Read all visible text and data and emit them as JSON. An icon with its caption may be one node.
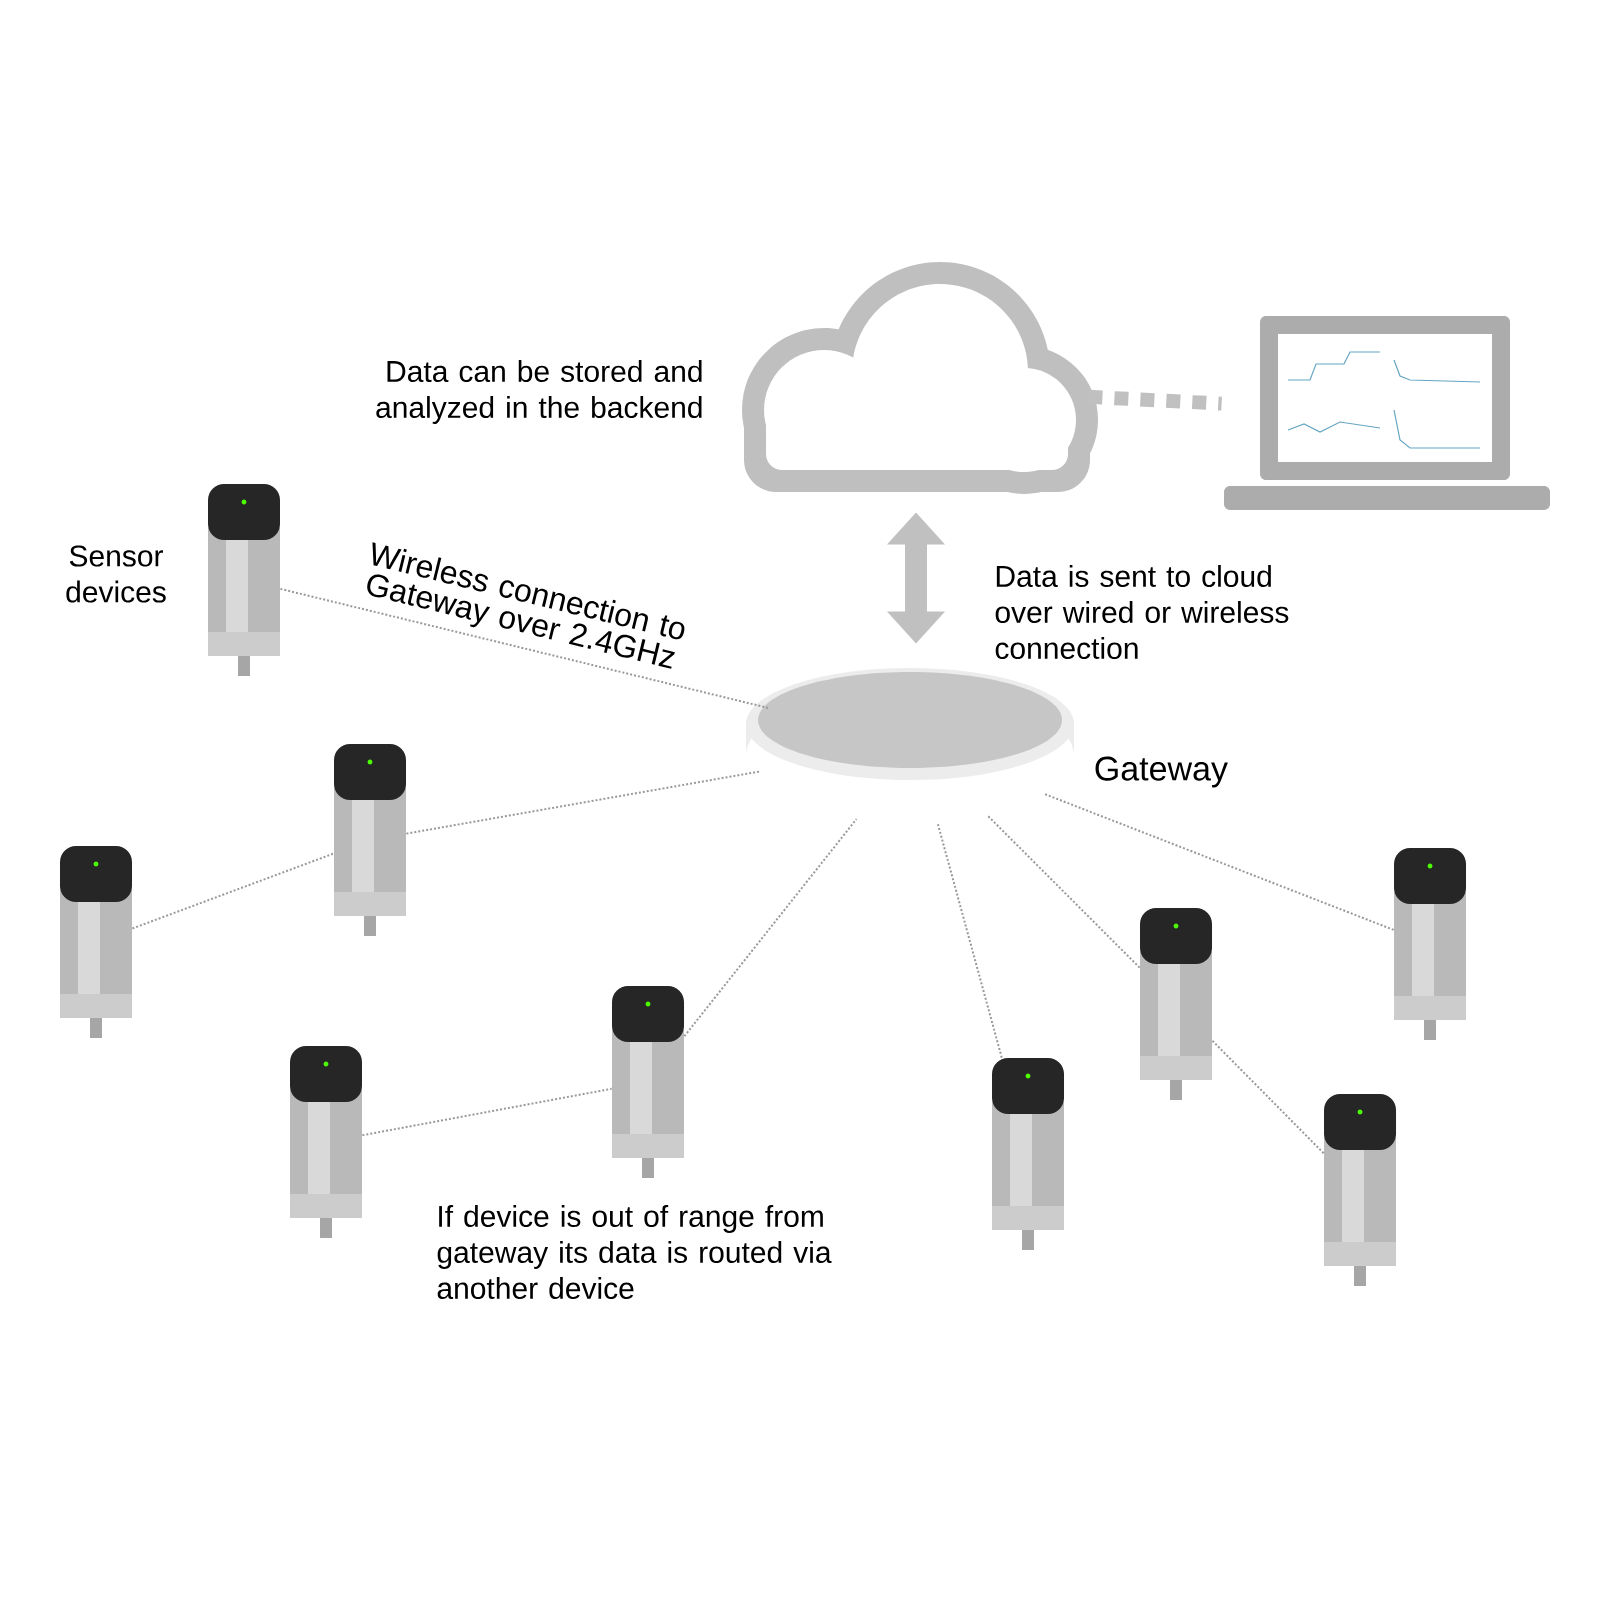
{
  "diagram": {
    "nodes": [
      {
        "text": [],
        "shape": "cloud"
      },
      {
        "text": [],
        "shape": "picture"
      },
      {
        "text": [],
        "shape": "picture",
        "beside": [
          "Gateway"
        ]
      },
      {
        "text": [],
        "shape": "cylinder"
      },
      {
        "text": [],
        "shape": "cylinder"
      },
      {
        "text": [],
        "shape": "cylinder"
      },
      {
        "text": [],
        "shape": "cylinder"
      },
      {
        "text": [],
        "shape": "cylinder"
      },
      {
        "text": [],
        "shape": "cylinder"
      },
      {
        "text": [],
        "shape": "cylinder"
      },
      {
        "text": [],
        "shape": "cylinder"
      },
      {
        "text": [],
        "shape": "cylinder"
      }
    ],
    "edges": [
      {
        "from": 0,
        "to": 1,
        "arrow": "none",
        "style": "dashed",
        "color": "#c0c0c0"
      },
      {
        "from": 2,
        "to": 0,
        "arrow": "both",
        "style": "thick",
        "color": "#c0c0c0"
      },
      {
        "from": 3,
        "to": 2,
        "arrow": "none",
        "style": "dashed",
        "label": "Wireless connection to Gateway over 2.4GHz"
      },
      {
        "from": 4,
        "to": 2,
        "arrow": "none",
        "style": "dashed"
      },
      {
        "from": 5,
        "to": 4,
        "arrow": "none",
        "style": "dashed"
      },
      {
        "from": 7,
        "to": 2,
        "arrow": "none",
        "style": "dashed"
      },
      {
        "from": 6,
        "to": 7,
        "arrow": "none",
        "style": "dashed"
      },
      {
        "from": 8,
        "to": 2,
        "arrow": "none",
        "style": "dashed"
      },
      {
        "from": 9,
        "to": 2,
        "arrow": "none",
        "style": "dashed"
      },
      {
        "from": 11,
        "to": 9,
        "arrow": "none",
        "style": "dashed"
      },
      {
        "from": 10,
        "to": 2,
        "arrow": "none",
        "style": "dashed"
      }
    ],
    "labels": [
      "Data can be stored and analyzed in the backend",
      "Sensor devices",
      "Data is sent to cloud over wired or wireless connection",
      "If device is out of range from gateway its data is routed via another device"
    ]
  }
}
